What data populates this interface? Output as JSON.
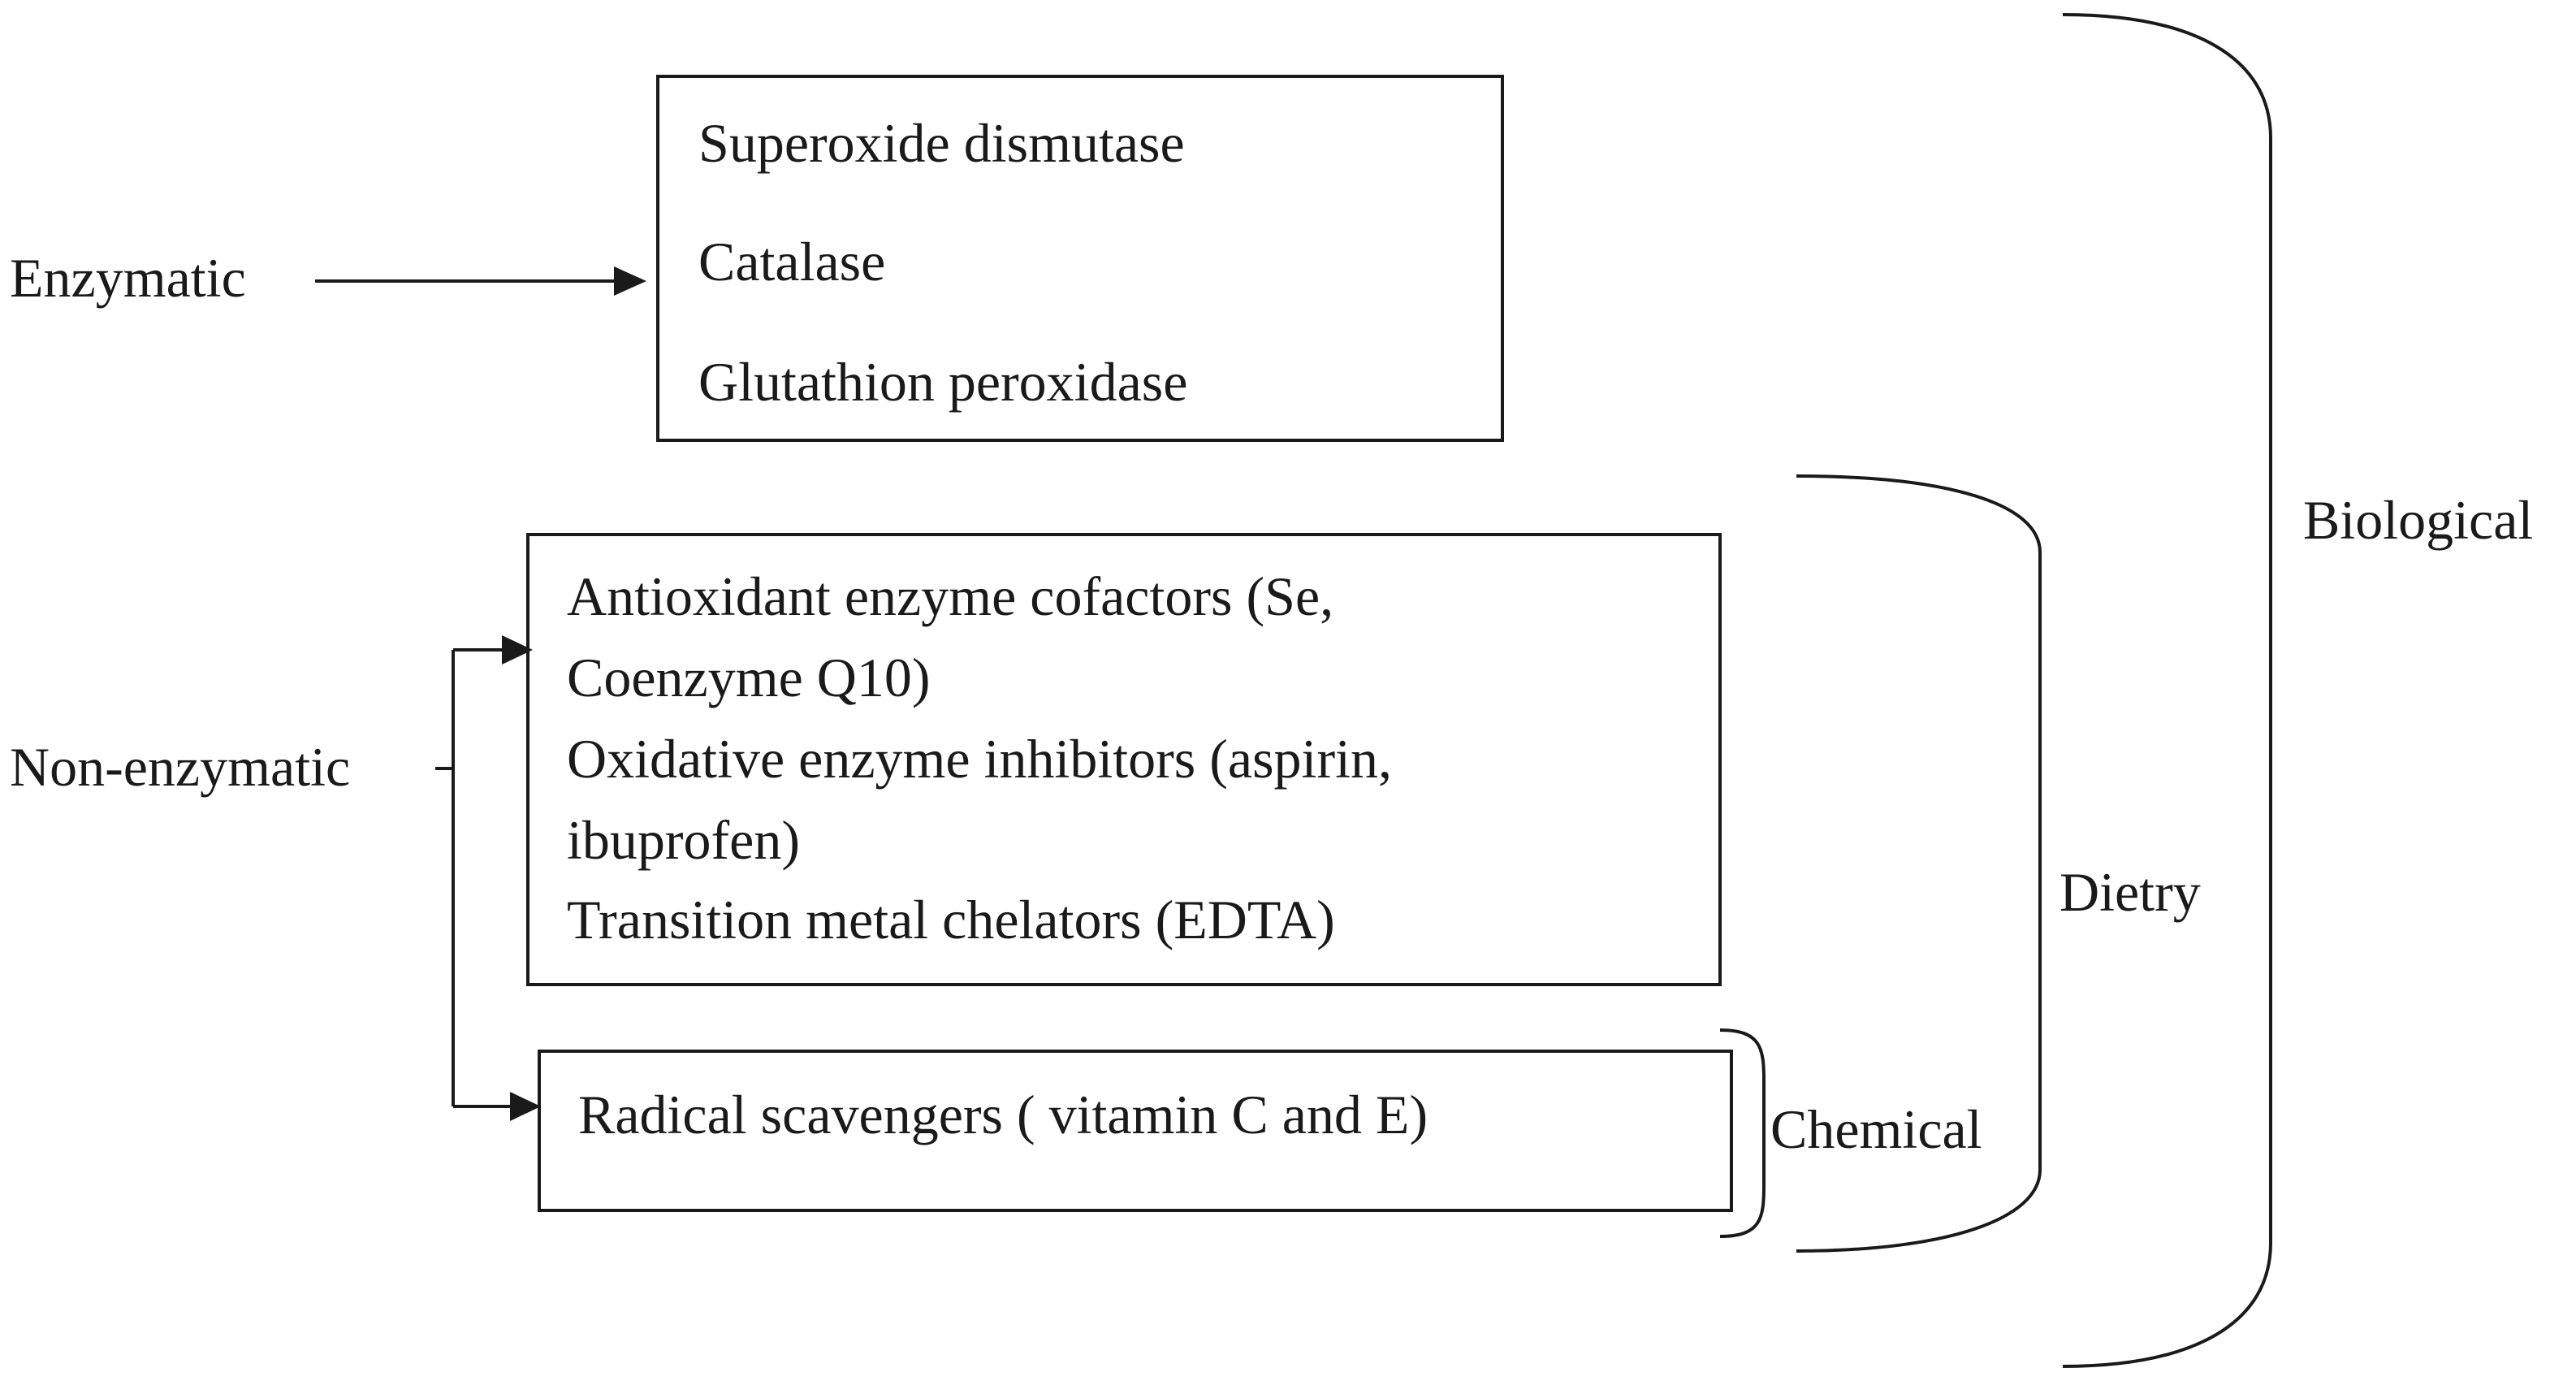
{
  "categories": {
    "enzymatic": "Enzymatic",
    "non_enzymatic": "Non-enzymatic"
  },
  "enzymatic_box": {
    "items": [
      "Superoxide dismutase",
      "Catalase",
      "Glutathion peroxidase"
    ]
  },
  "non_enzymatic_box": {
    "lines": [
      "Antioxidant enzyme cofactors (Se,",
      "Coenzyme Q10)",
      "Oxidative enzyme inhibitors (aspirin,",
      "ibuprofen)",
      "Transition metal chelators (EDTA)"
    ]
  },
  "scavenger_box": {
    "text": "Radical scavengers ( vitamin C and E)"
  },
  "brackets": {
    "chemical": "Chemical",
    "dietry": "Dietry",
    "biological": "Biological"
  }
}
